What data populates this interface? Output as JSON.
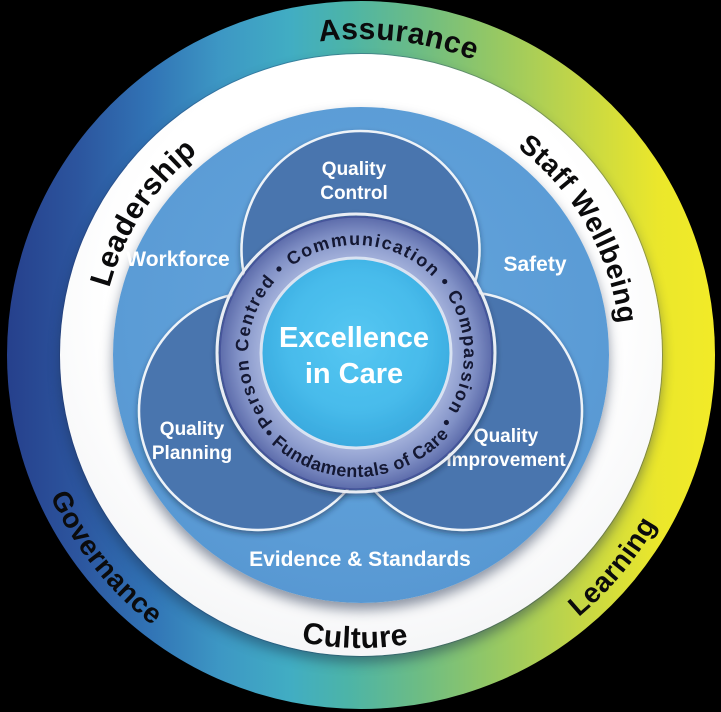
{
  "diagram": {
    "name": "Excellence in Care framework",
    "outer_ring_labels": {
      "assurance": "Assurance",
      "governance": "Governance",
      "learning": "Learning"
    },
    "white_ring_labels": {
      "leadership": "Leadership",
      "staff_wellbeing": "Staff Wellbeing",
      "culture": "Culture"
    },
    "main_circle_labels": {
      "workforce": "Workforce",
      "safety": "Safety",
      "evidence_standards": "Evidence & Standards"
    },
    "petal_labels": {
      "quality_control": {
        "line1": "Quality",
        "line2": "Control"
      },
      "quality_planning": {
        "line1": "Quality",
        "line2": "Planning"
      },
      "quality_improvement": {
        "line1": "Quality",
        "line2": "Improvement"
      }
    },
    "values_ring": {
      "arc_text": "Person Centred • Communication • Compassion •",
      "bottom_text": "• Fundamentals of Care"
    },
    "center": {
      "line1": "Excellence",
      "line2": "in Care"
    },
    "colors": {
      "outer_ring_gradient": [
        "#26408c",
        "#2c559e",
        "#3173b5",
        "#3d97c4",
        "#41adc3",
        "#4cb4a8",
        "#6cbc85",
        "#92c766",
        "#c1d548",
        "#ebe72b",
        "#f2eb28"
      ],
      "white_ring": "#ffffff",
      "main_circle": "#5b9cd6",
      "petal": "#4a75ae",
      "values_band": "#8494c9",
      "center_circle": "#47bbeb",
      "outer_label_text": "#0b0b0c",
      "values_band_text": "#141833",
      "inner_label_text": "#ffffff"
    }
  }
}
